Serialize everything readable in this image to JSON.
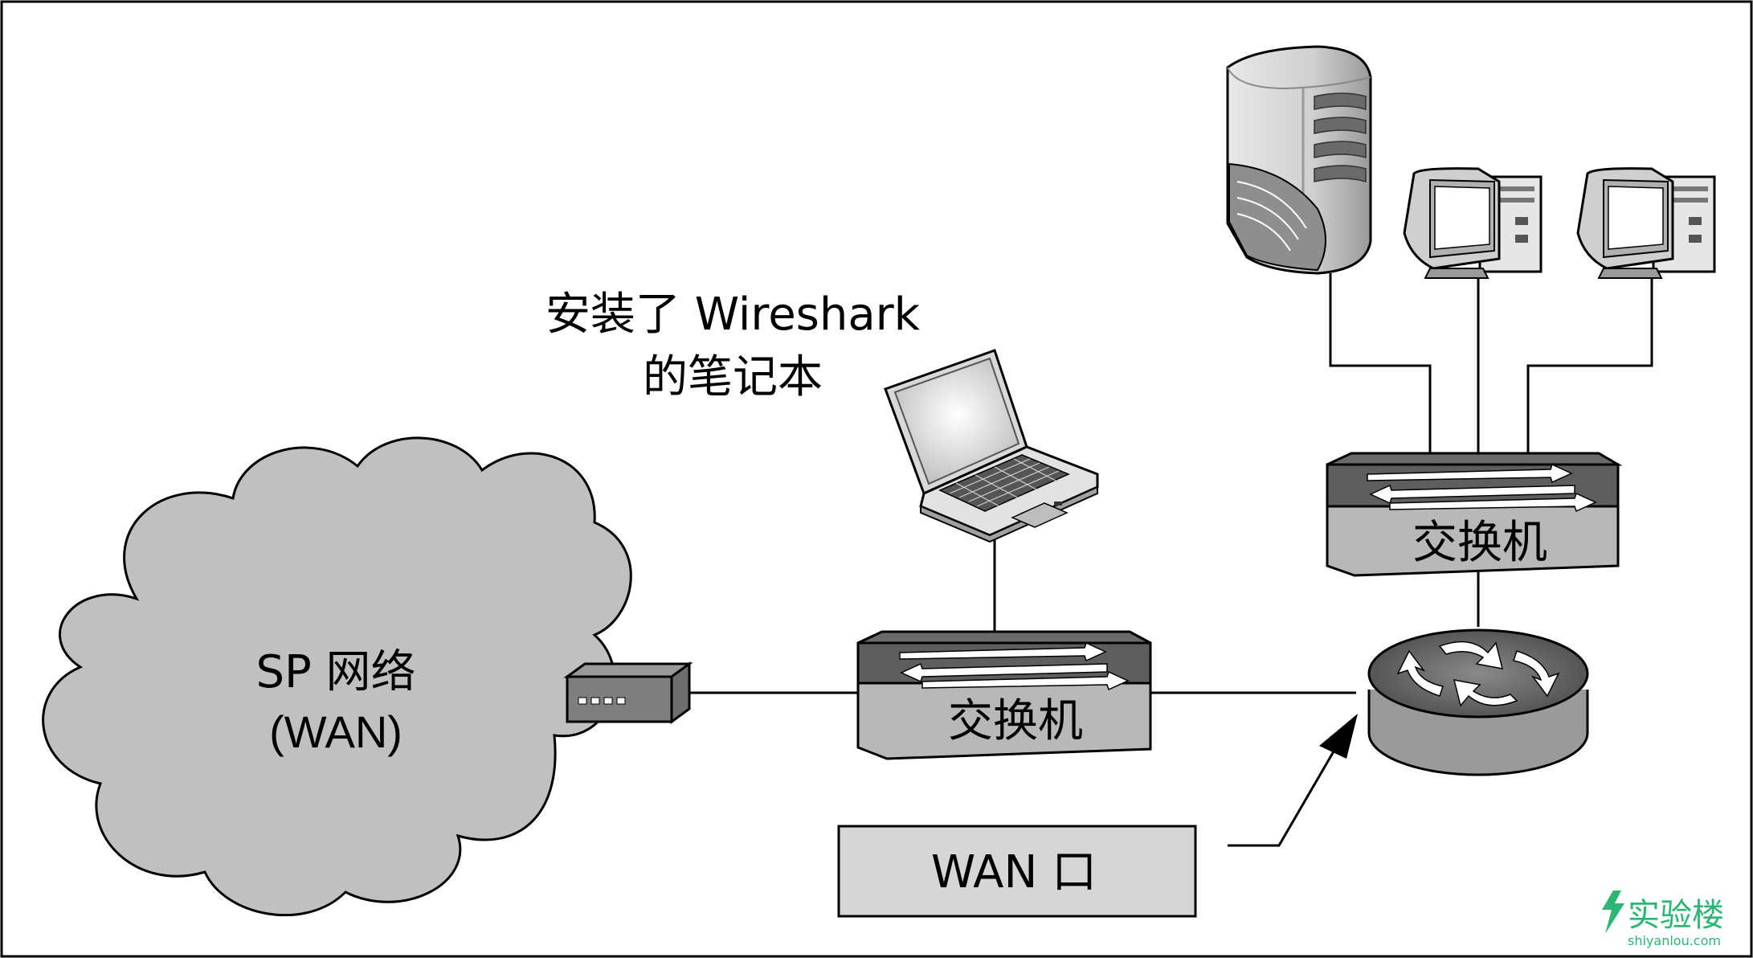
{
  "diagram": {
    "cloud": {
      "line1": "SP 网络",
      "line2": "(WAN)"
    },
    "laptop": {
      "caption_line1": "安装了 Wireshark",
      "caption_line2": "的笔记本"
    },
    "switch_lower": {
      "label": "交换机"
    },
    "switch_upper": {
      "label": "交换机"
    },
    "wan_port": {
      "label": "WAN 口"
    },
    "watermark": {
      "name": "实验楼",
      "url": "shiyanlou.com"
    }
  },
  "colors": {
    "cloud_fill": "#c0c0c0",
    "box_fill": "#d6d6d6",
    "switch_top": "#5e5e5e",
    "switch_front": "#b8b8b8",
    "router_top": "#6a6a6a",
    "router_side": "#9a9a9a",
    "watermark_green": "#2bb673"
  }
}
